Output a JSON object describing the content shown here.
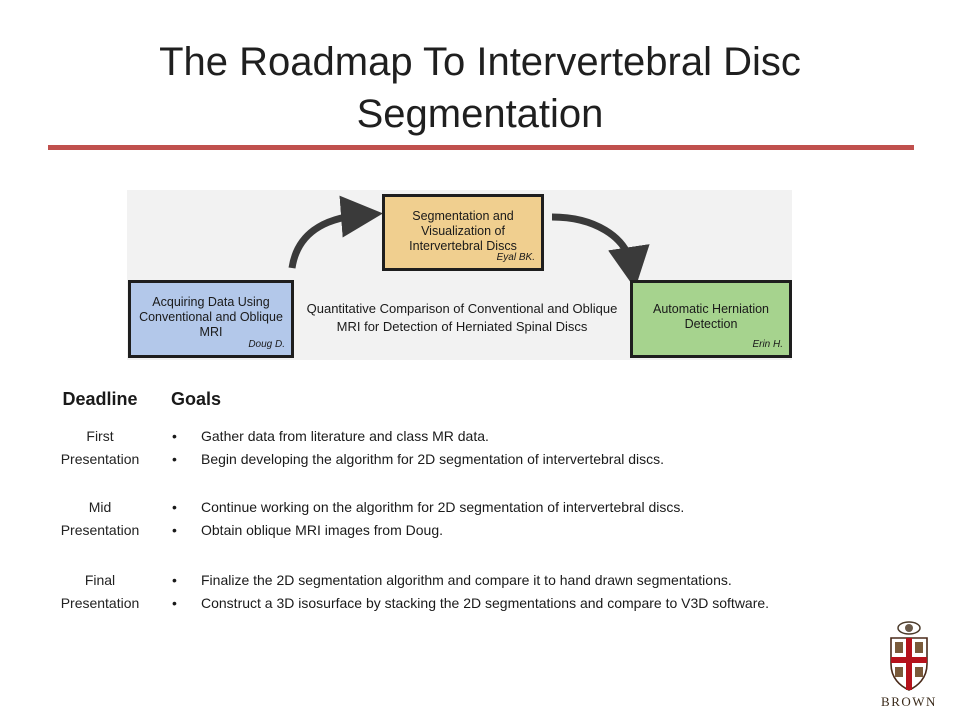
{
  "slide": {
    "title": "The Roadmap To Intervertebral Disc Segmentation",
    "accent_color": "#c0504d"
  },
  "diagram": {
    "box_left": {
      "text": "Acquiring Data Using Conventional and Oblique MRI",
      "author": "Doug D.",
      "color": "#b3c8ea"
    },
    "box_top": {
      "text": "Segmentation and Visualization of Intervertebral Discs",
      "author": "Eyal BK.",
      "color": "#f0cf8f"
    },
    "box_right": {
      "text": "Automatic Herniation Detection",
      "author": "Erin H.",
      "color": "#a6d38e"
    },
    "center_text": "Quantitative Comparison of Conventional and Oblique MRI for Detection of Herniated Spinal Discs"
  },
  "table": {
    "deadline_header": "Deadline",
    "goals_header": "Goals",
    "rows": [
      {
        "deadline_line1": "First",
        "deadline_line2": "Presentation",
        "goals": [
          "Gather data from literature and class MR data.",
          "Begin developing the algorithm for 2D segmentation of intervertebral discs."
        ]
      },
      {
        "deadline_line1": "Mid",
        "deadline_line2": "Presentation",
        "goals": [
          "Continue working on the algorithm for 2D segmentation of intervertebral discs.",
          "Obtain oblique MRI images from Doug."
        ]
      },
      {
        "deadline_line1": "Final",
        "deadline_line2": "Presentation",
        "goals": [
          "Finalize the 2D segmentation algorithm and compare it to hand drawn segmentations.",
          "Construct a 3D isosurface by stacking  the 2D segmentations and compare to V3D software."
        ]
      }
    ]
  },
  "logo": {
    "text": "BROWN",
    "icon": "brown-university-shield-icon"
  }
}
